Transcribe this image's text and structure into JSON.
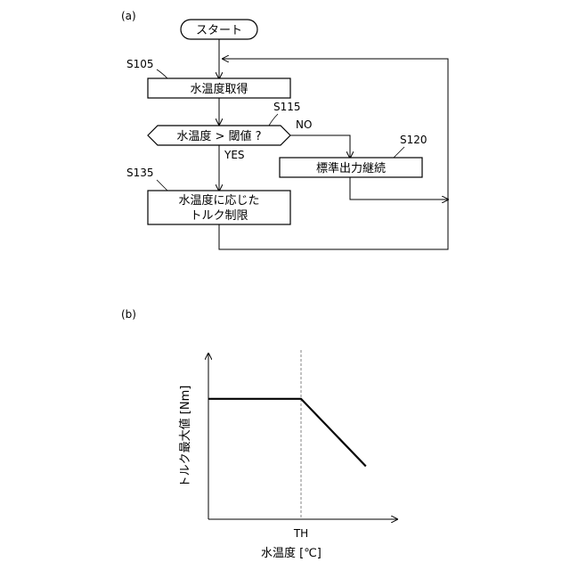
{
  "panel_a": {
    "label": "(a)",
    "start": "スタート",
    "step_ids": {
      "s105": "S105",
      "s115": "S115",
      "s120": "S120",
      "s135": "S135"
    },
    "box_s105": "水温度取得",
    "decision": "水温度 > 閾値 ?",
    "branch_no": "NO",
    "branch_yes": "YES",
    "box_s120": "標準出力継続",
    "box_s135_line1": "水温度に応じた",
    "box_s135_line2": "トルク制限"
  },
  "panel_b": {
    "label": "(b)",
    "chart_data": {
      "type": "line",
      "ylabel": "トルク最大値 [Nm]",
      "xlabel": "水温度 [℃]",
      "threshold_label": "TH",
      "series": [
        {
          "points": [
            {
              "x": 0,
              "y": 1.0
            },
            {
              "x": 1.0,
              "y": 1.0
            },
            {
              "x": 1.7,
              "y": 0.44
            }
          ]
        }
      ],
      "threshold_x": 1.0,
      "xlim": [
        0,
        2.0
      ],
      "ylim": [
        0,
        1.25
      ]
    }
  }
}
